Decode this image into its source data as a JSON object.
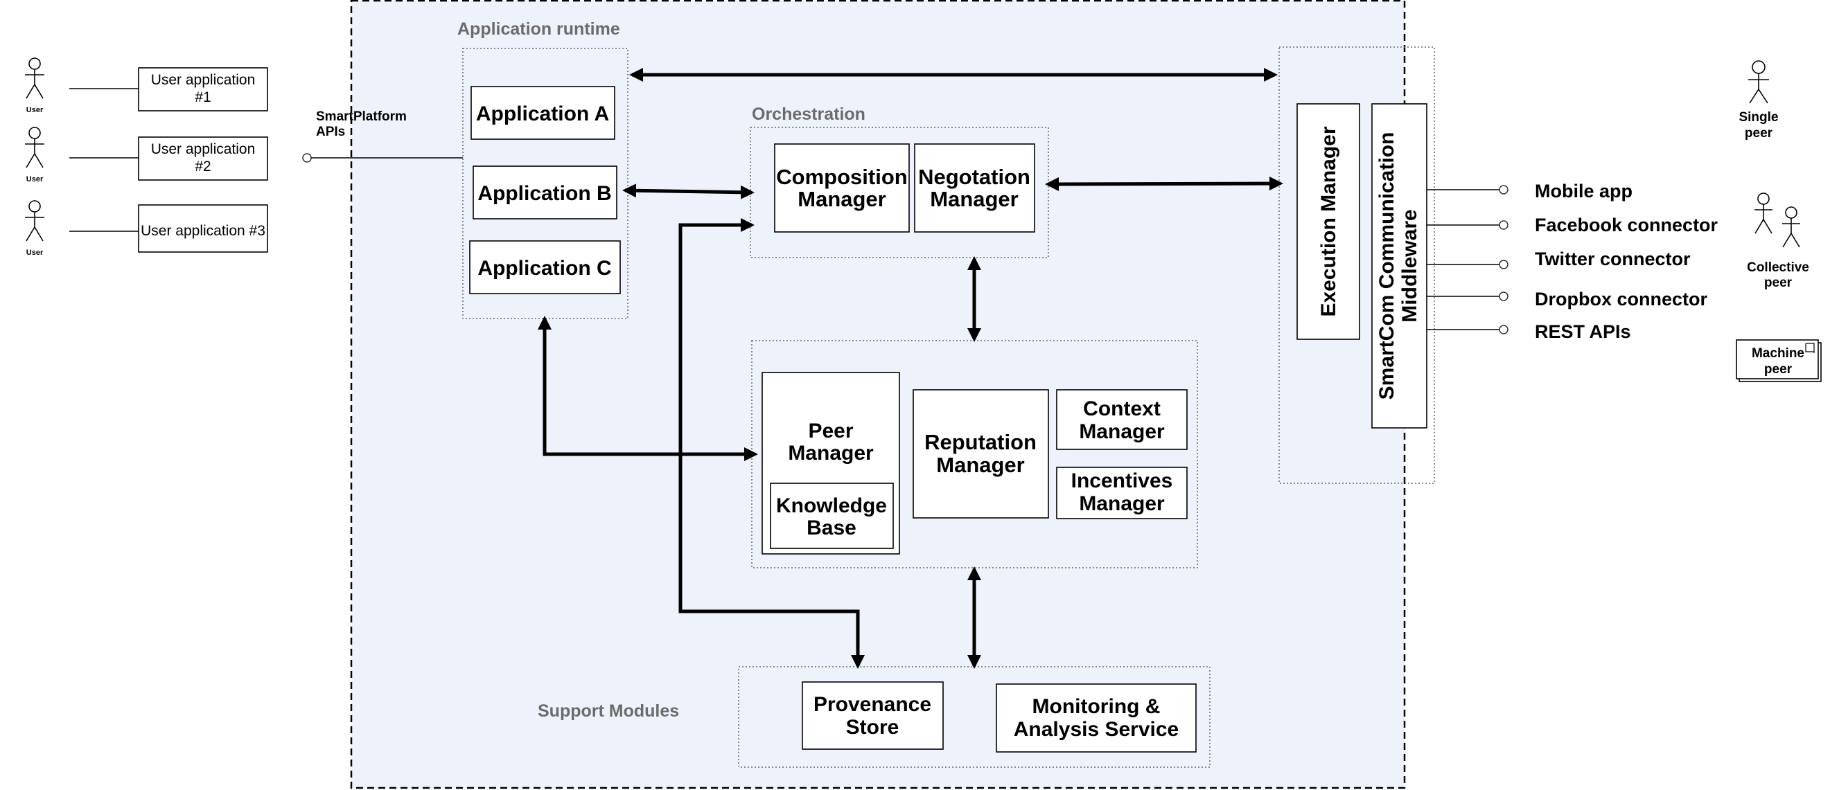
{
  "colors": {
    "platform_background": "#eef3fb",
    "group_label": "#6b6b6b"
  },
  "users": [
    {
      "label": "User",
      "application": {
        "line1": "User application",
        "line2": "#1"
      }
    },
    {
      "label": "User",
      "application": {
        "line1": "User application",
        "line2": "#2"
      }
    },
    {
      "label": "User",
      "application": {
        "line1": "User application #3",
        "line2": ""
      }
    }
  ],
  "apis": {
    "line1": "SmartPlatform",
    "line2": "APIs"
  },
  "application_runtime": {
    "title": "Application runtime",
    "apps": [
      "Application A",
      "Application B",
      "Application C"
    ]
  },
  "orchestration": {
    "title": "Orchestration",
    "composition": {
      "line1": "Composition",
      "line2": "Manager"
    },
    "negotation": {
      "line1": "Negotation",
      "line2": "Manager"
    }
  },
  "peer_layer": {
    "peer_manager": {
      "line1": "Peer",
      "line2": "Manager"
    },
    "knowledge_base": {
      "line1": "Knowledge",
      "line2": "Base"
    },
    "reputation": {
      "line1": "Reputation",
      "line2": "Manager"
    },
    "context": {
      "line1": "Context",
      "line2": "Manager"
    },
    "incentives": {
      "line1": "Incentives",
      "line2": "Manager"
    }
  },
  "support_modules": {
    "title": "Support Modules",
    "provenance": {
      "line1": "Provenance",
      "line2": "Store"
    },
    "monitoring": {
      "line1": "Monitoring &",
      "line2": "Analysis Service"
    }
  },
  "middleware": {
    "execution_manager": "Execution Manager",
    "smartcom": {
      "line1": "SmartCom Communication",
      "line2": "Middleware"
    }
  },
  "connectors": [
    "Mobile app",
    "Facebook connector",
    "Twitter connector",
    "Dropbox connector",
    "REST APIs"
  ],
  "peers": {
    "single": {
      "line1": "Single",
      "line2": "peer"
    },
    "collective": {
      "line1": "Collective",
      "line2": "peer"
    },
    "machine": {
      "line1": "Machine",
      "line2": "peer"
    }
  }
}
